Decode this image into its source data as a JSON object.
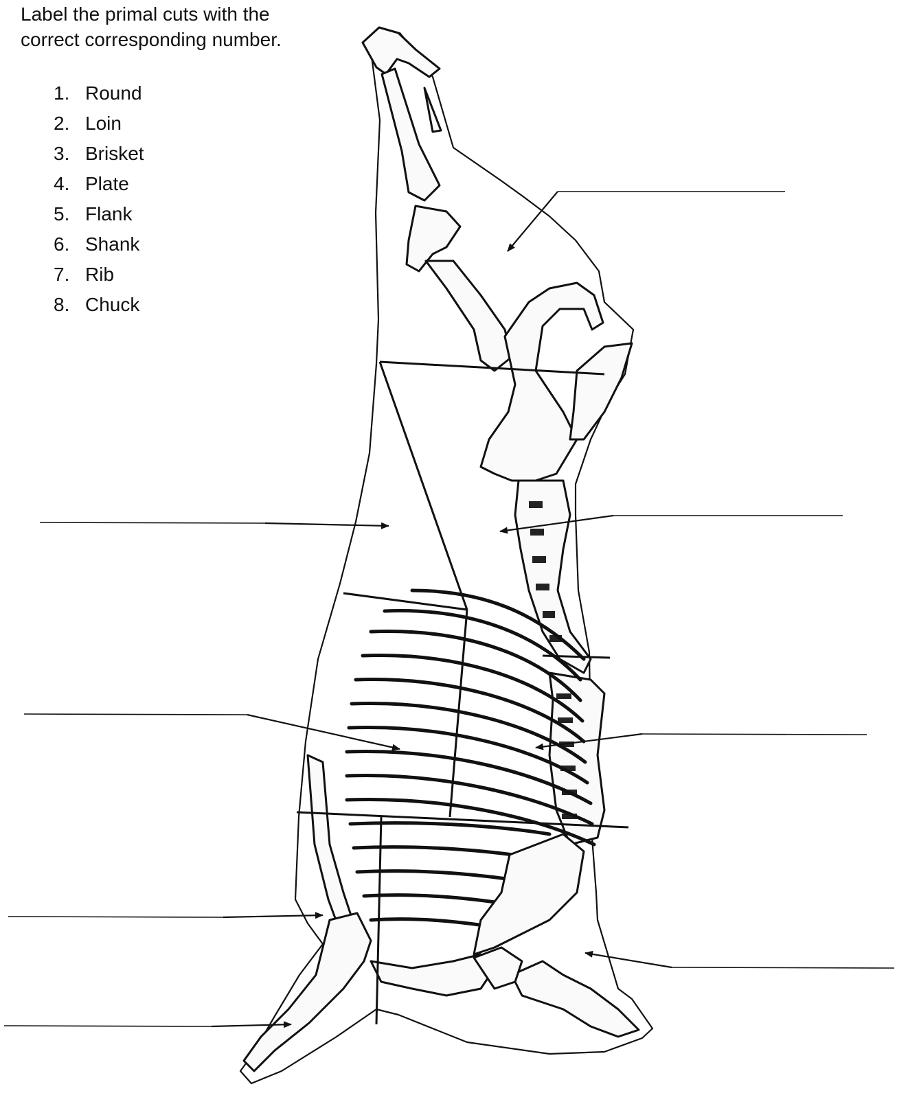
{
  "instructions": {
    "line1": "Label the primal cuts with the",
    "line2": "correct corresponding number."
  },
  "cuts": [
    {
      "num": "1.",
      "name": "Round"
    },
    {
      "num": "2.",
      "name": "Loin"
    },
    {
      "num": "3.",
      "name": "Brisket"
    },
    {
      "num": "4.",
      "name": "Plate"
    },
    {
      "num": "5.",
      "name": "Flank"
    },
    {
      "num": "6.",
      "name": "Shank"
    },
    {
      "num": "7.",
      "name": "Rib"
    },
    {
      "num": "8.",
      "name": "Chuck"
    }
  ],
  "answer_blanks": [
    {
      "id": "round",
      "value": ""
    },
    {
      "id": "loin",
      "value": ""
    },
    {
      "id": "flank",
      "value": ""
    },
    {
      "id": "plate",
      "value": ""
    },
    {
      "id": "rib",
      "value": ""
    },
    {
      "id": "brisket",
      "value": ""
    },
    {
      "id": "chuck",
      "value": ""
    },
    {
      "id": "shank",
      "value": ""
    }
  ]
}
